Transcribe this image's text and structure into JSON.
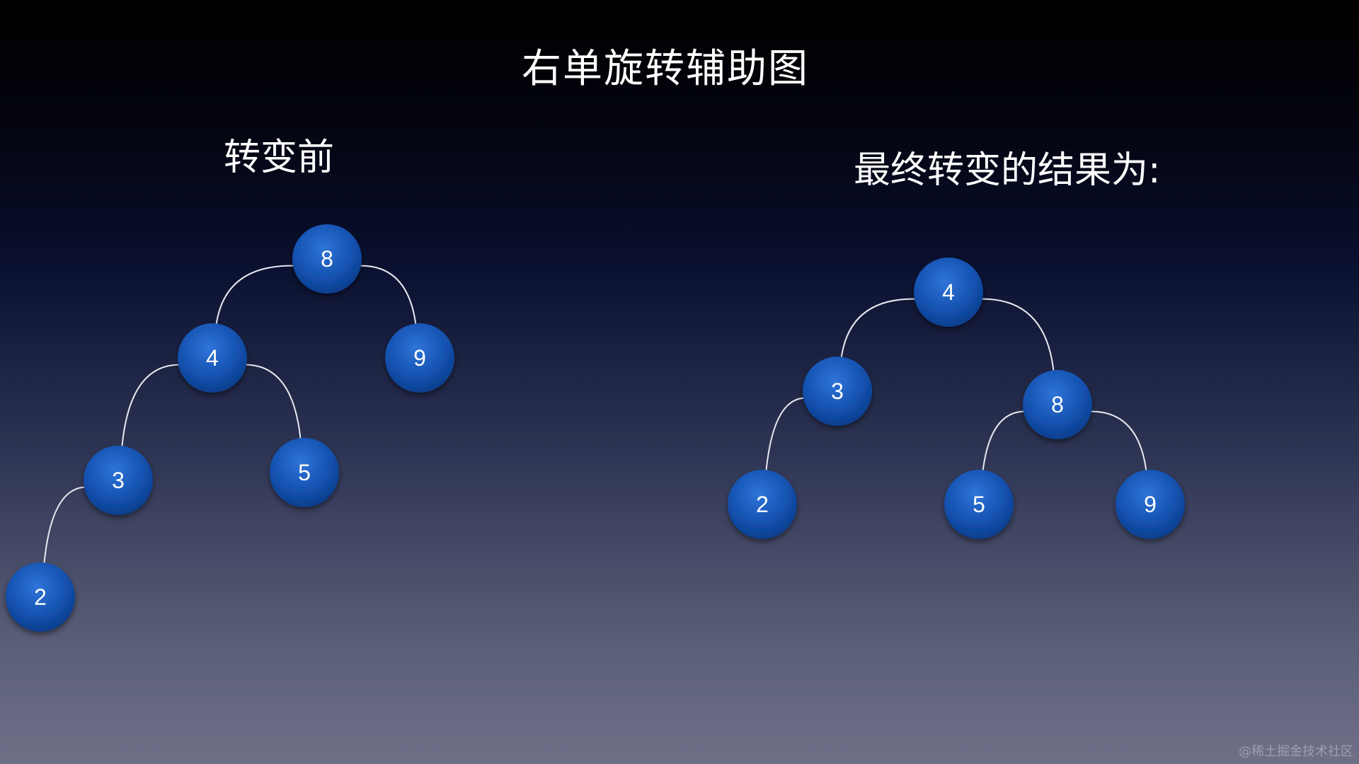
{
  "title": "右单旋转辅助图",
  "before": {
    "label": "转变前",
    "nodes": [
      {
        "id": "n8",
        "value": "8"
      },
      {
        "id": "n4",
        "value": "4"
      },
      {
        "id": "n9",
        "value": "9"
      },
      {
        "id": "n3",
        "value": "3"
      },
      {
        "id": "n5",
        "value": "5"
      },
      {
        "id": "n2",
        "value": "2"
      }
    ],
    "edges": [
      [
        "n8",
        "n4"
      ],
      [
        "n8",
        "n9"
      ],
      [
        "n4",
        "n3"
      ],
      [
        "n4",
        "n5"
      ],
      [
        "n3",
        "n2"
      ]
    ]
  },
  "after": {
    "label": "最终转变的结果为:",
    "nodes": [
      {
        "id": "m4",
        "value": "4"
      },
      {
        "id": "m3",
        "value": "3"
      },
      {
        "id": "m8",
        "value": "8"
      },
      {
        "id": "m2",
        "value": "2"
      },
      {
        "id": "m5",
        "value": "5"
      },
      {
        "id": "m9",
        "value": "9"
      }
    ],
    "edges": [
      [
        "m4",
        "m3"
      ],
      [
        "m4",
        "m8"
      ],
      [
        "m3",
        "m2"
      ],
      [
        "m8",
        "m5"
      ],
      [
        "m8",
        "m9"
      ]
    ]
  },
  "watermark": "@稀土掘金技术社区",
  "colors": {
    "node_fill": "#1a5cc0",
    "node_dark": "#0b3d8c",
    "edge": "#e8e8f0"
  }
}
